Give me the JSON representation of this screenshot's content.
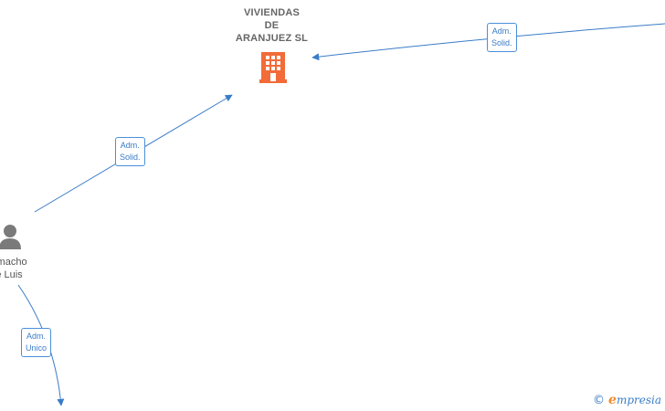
{
  "company": {
    "name_lines": [
      "VIVIENDAS",
      "DE",
      "ARANJUEZ  SL"
    ],
    "icon": "building-icon",
    "icon_color": "#f26b38"
  },
  "person": {
    "name_lines": [
      "amacho",
      "e Luis"
    ],
    "icon": "person-icon",
    "icon_color": "#7a7a7a"
  },
  "edges": [
    {
      "label_lines": [
        "Adm.",
        "Solid."
      ]
    },
    {
      "label_lines": [
        "Adm.",
        "Solid."
      ]
    },
    {
      "label_lines": [
        "Adm.",
        "Unico"
      ]
    }
  ],
  "edge_color": "#3a7cc8",
  "watermark": {
    "symbol": "©",
    "brand_initial": "e",
    "brand_rest": "mpresia"
  }
}
